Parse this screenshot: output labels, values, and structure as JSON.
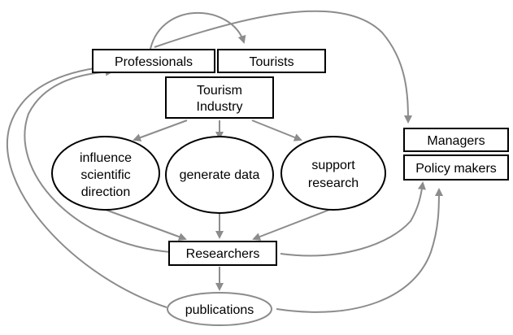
{
  "colors": {
    "arrow": "#8c8c8c",
    "stroke": "#000000",
    "background": "#ffffff"
  },
  "nodes": {
    "professionals": {
      "label": "Professionals"
    },
    "tourists": {
      "label": "Tourists"
    },
    "tourism_industry": {
      "label_line1": "Tourism",
      "label_line2": "Industry"
    },
    "influence": {
      "label_line1": "influence",
      "label_line2": "scientific",
      "label_line3": "direction"
    },
    "generate": {
      "label": "generate data"
    },
    "support": {
      "label_line1": "support",
      "label_line2": "research"
    },
    "managers": {
      "label": "Managers"
    },
    "policy_makers": {
      "label": "Policy makers"
    },
    "researchers": {
      "label": "Researchers"
    },
    "publications": {
      "label": "publications"
    }
  }
}
